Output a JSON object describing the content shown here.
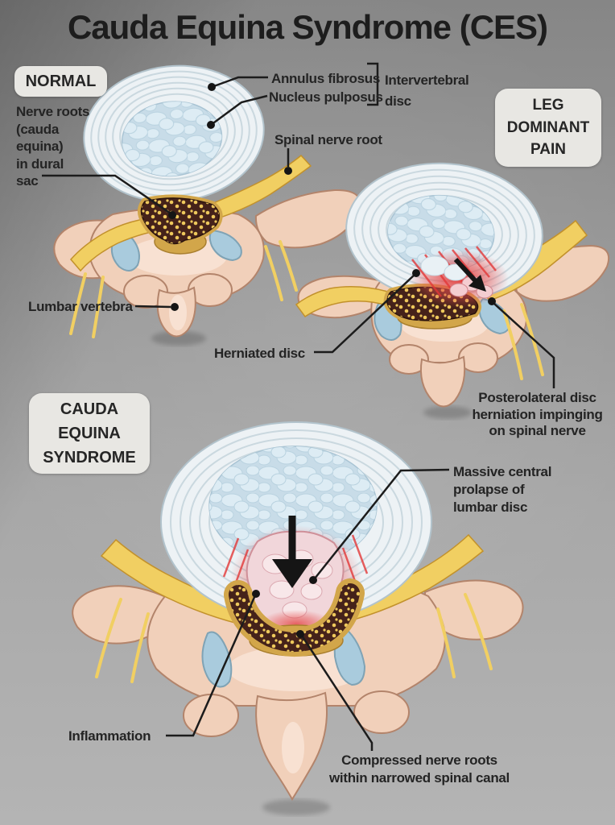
{
  "title": "Cauda Equina Syndrome (CES)",
  "badges": {
    "normal": {
      "text": "NORMAL"
    },
    "leg_dominant_pain": {
      "lines": [
        "LEG",
        "DOMINANT",
        "PAIN"
      ]
    },
    "cauda_equina_syndrome": {
      "lines": [
        "CAUDA",
        "EQUINA",
        "SYNDROME"
      ]
    }
  },
  "labels": {
    "annulus_fibrosus": {
      "text": "Annulus fibrosus"
    },
    "nucleus_pulposus": {
      "text": "Nucleus pulposus"
    },
    "intervertebral_disc": {
      "lines": [
        "Intervertebral",
        "disc"
      ]
    },
    "spinal_nerve_root": {
      "text": "Spinal nerve root"
    },
    "nerve_roots_in_dural_sac": {
      "lines": [
        "Nerve roots",
        "(cauda",
        "equina)",
        "in dural",
        "sac"
      ]
    },
    "lumbar_vertebra": {
      "text": "Lumbar vertebra"
    },
    "herniated_disc": {
      "text": "Herniated disc"
    },
    "posterolateral_herniation": {
      "lines": [
        "Posterolateral disc",
        "herniation impinging",
        "on spinal nerve"
      ]
    },
    "massive_central_prolapse": {
      "lines": [
        "Massive central",
        "prolapse of",
        "lumbar disc"
      ]
    },
    "inflammation": {
      "text": "Inflammation"
    },
    "compressed_nerve_roots": {
      "lines": [
        "Compressed nerve roots",
        "within narrowed spinal canal"
      ]
    }
  },
  "colors": {
    "bg_top": "#868686",
    "bg_bottom": "#b4b4b4",
    "title_text": "#1d1d1d",
    "label_text": "#242424",
    "badge_bg": "#e8e7e3",
    "badge_text": "#262626",
    "line": "#1c1c1c",
    "bone": "#f1d0ba",
    "bone_stroke": "#b3846b",
    "bone_hi": "#f9e7da",
    "facet": "#a9cbdd",
    "facet_stroke": "#7fa3b5",
    "nerve": "#f1cf62",
    "nerve_stroke": "#c2912c",
    "disc": "#edf2f5",
    "disc_stroke": "#b2c3cc",
    "ring": "#c3d3da",
    "nucleus": "#c8dce8",
    "nucleus_lump": "#dfeef5",
    "sac": "#45221a",
    "sac_stroke": "#2a120c",
    "sac_dot": "#eec85c",
    "sac_gold": "#d2a64a",
    "inflammation_red": "#e23737",
    "prolapse_pink": "#f1d6da"
  }
}
